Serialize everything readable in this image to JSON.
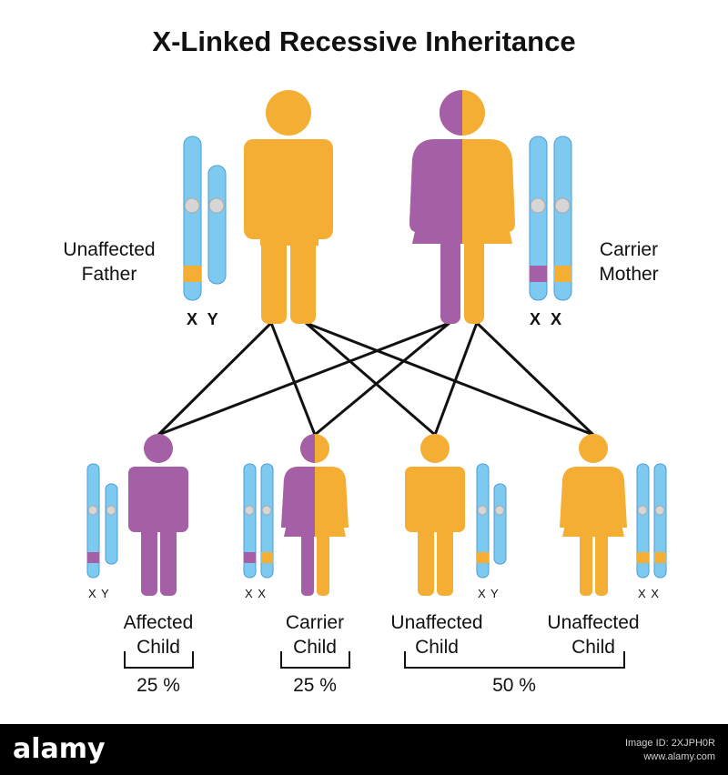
{
  "title": "X-Linked Recessive Inheritance",
  "colors": {
    "unaffected": "#F4AE34",
    "affected": "#A45FA6",
    "chromosome": "#7EC9EF",
    "chromosome_edge": "#4A9FD6",
    "line": "#111111"
  },
  "parents": {
    "father": {
      "label_line1": "Unaffected",
      "label_line2": "Father",
      "chromosomes": "X Y"
    },
    "mother": {
      "label_line1": "Carrier",
      "label_line2": "Mother",
      "chromosomes": "X X"
    }
  },
  "children": [
    {
      "label_line1": "Affected",
      "label_line2": "Child",
      "chromosomes": "X Y",
      "status": "affected"
    },
    {
      "label_line1": "Carrier",
      "label_line2": "Child",
      "chromosomes": "X X",
      "status": "carrier"
    },
    {
      "label_line1": "Unaffected",
      "label_line2": "Child",
      "chromosomes": "X Y",
      "status": "unaffected"
    },
    {
      "label_line1": "Unaffected",
      "label_line2": "Child",
      "chromosomes": "X X",
      "status": "unaffected"
    }
  ],
  "percentages": [
    "25 %",
    "25 %",
    "50 %"
  ],
  "footer": {
    "logo": "alamy",
    "image_id": "Image ID: 2XJPH0R",
    "site": "www.alamy.com"
  },
  "icons": [
    "male-figure-icon",
    "female-figure-icon",
    "chromosome-icon",
    "alamy-logo"
  ]
}
